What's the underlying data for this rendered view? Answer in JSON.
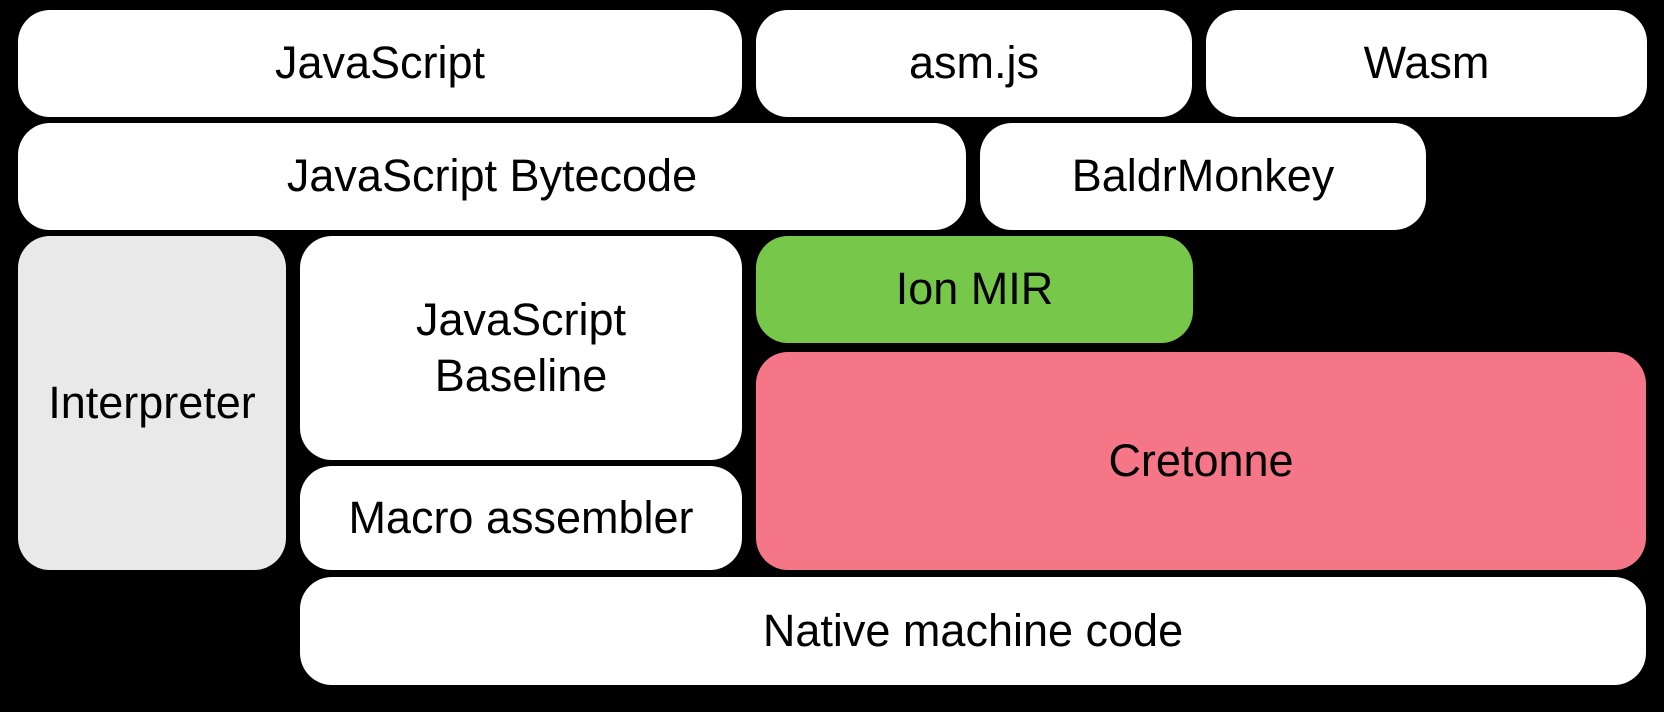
{
  "diagram": {
    "background_color": "#000000",
    "text_color": "#000000",
    "colors": {
      "box_white": "#ffffff",
      "box_gray": "#e9e9e9",
      "box_green": "#77c74b",
      "box_pink": "#f57687"
    },
    "boxes": {
      "javascript": {
        "label": "JavaScript"
      },
      "asmjs": {
        "label": "asm.js"
      },
      "wasm": {
        "label": "Wasm"
      },
      "js_bytecode": {
        "label": "JavaScript Bytecode"
      },
      "baldrmonkey": {
        "label": "BaldrMonkey"
      },
      "interpreter": {
        "label": "Interpreter"
      },
      "js_baseline": {
        "label": "JavaScript Baseline"
      },
      "ion_mir": {
        "label": "Ion MIR"
      },
      "cretonne": {
        "label": "Cretonne"
      },
      "macro_assembler": {
        "label": "Macro assembler"
      },
      "native_machine_code": {
        "label": "Native machine code"
      }
    }
  }
}
